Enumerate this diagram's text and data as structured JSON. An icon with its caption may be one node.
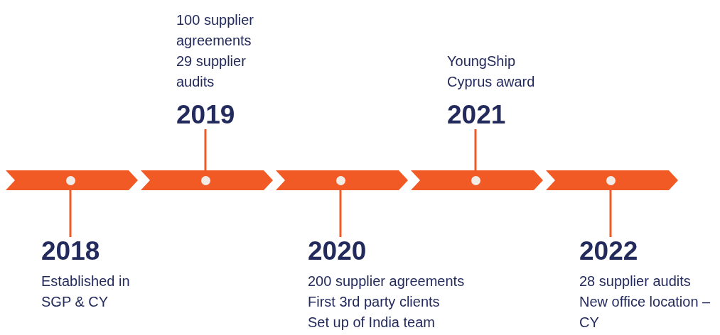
{
  "diagram": {
    "nodes": [
      {
        "text": [],
        "shape": "chevron"
      },
      {
        "text": [],
        "shape": "chevron"
      },
      {
        "text": [],
        "shape": "chevron"
      },
      {
        "text": [],
        "shape": "chevron"
      },
      {
        "text": [],
        "shape": "chevron"
      },
      {
        "text": [],
        "shape": "circle",
        "in": 0
      },
      {
        "text": [],
        "shape": "circle",
        "in": 1
      },
      {
        "text": [],
        "shape": "circle",
        "in": 2
      },
      {
        "text": [],
        "shape": "circle",
        "in": 3
      },
      {
        "text": [],
        "shape": "circle",
        "in": 4
      },
      {
        "text": [
          "2018",
          "Established in SGP & CY"
        ]
      },
      {
        "text": [
          "100 supplier agreements",
          "29 supplier audits",
          "2019"
        ]
      },
      {
        "text": [
          "2020",
          "200 supplier agreements",
          "First 3rd party clients",
          "Set up of India team"
        ]
      },
      {
        "text": [
          "YoungShip Cyprus award",
          "2021"
        ]
      },
      {
        "text": [
          "2022",
          "28 supplier audits",
          "New office location – CY"
        ]
      }
    ],
    "edges": [
      {
        "from": 10,
        "to": 5,
        "arrow": "none"
      },
      {
        "from": 11,
        "to": 6,
        "arrow": "none"
      },
      {
        "from": 12,
        "to": 7,
        "arrow": "none"
      },
      {
        "from": 13,
        "to": 8,
        "arrow": "none"
      },
      {
        "from": 14,
        "to": 9,
        "arrow": "none"
      }
    ]
  }
}
